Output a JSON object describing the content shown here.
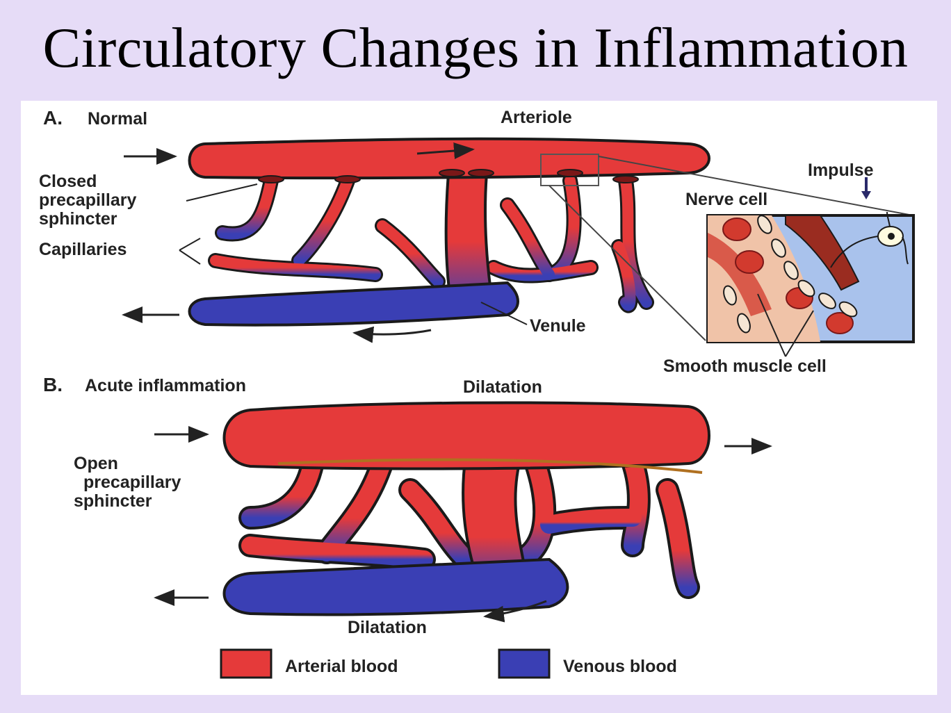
{
  "title": "Circulatory Changes in Inflammation",
  "panel_a": {
    "letter": "A.",
    "heading": "Normal",
    "arteriole": "Arteriole",
    "impulse": "Impulse",
    "nerve_cell": "Nerve cell",
    "closed_lines": [
      "Closed",
      "precapillary",
      "sphincter"
    ],
    "capillaries": "Capillaries",
    "venule": "Venule",
    "smooth_muscle": "Smooth muscle cell"
  },
  "panel_b": {
    "letter": "B.",
    "heading": "Acute inflammation",
    "dilatation_top": "Dilatation",
    "open_lines": [
      "Open",
      "precapillary",
      "sphincter"
    ],
    "dilatation_bottom": "Dilatation"
  },
  "legend": {
    "arterial": {
      "label": "Arterial blood",
      "color": "#e53a3a"
    },
    "venous": {
      "label": "Venous blood",
      "color": "#3a3fb4"
    }
  }
}
